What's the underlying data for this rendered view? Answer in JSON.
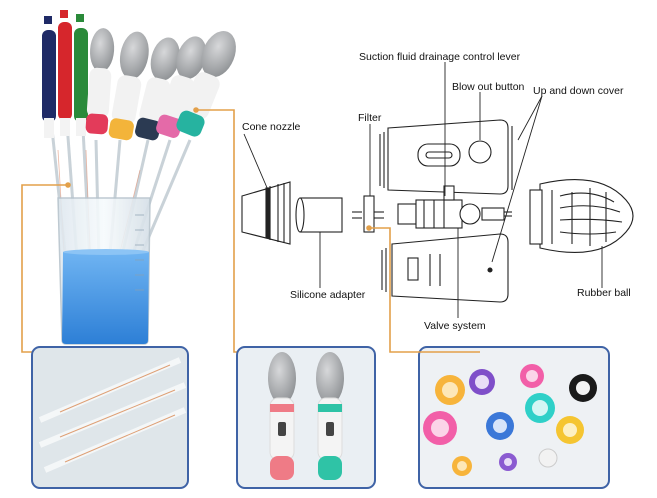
{
  "labels": {
    "suction_lever": "Suction fluid drainage control lever",
    "blow_out": "Blow out button",
    "up_down_cover": "Up and down cover",
    "cone_nozzle": "Cone nozzle",
    "filter": "Filter",
    "silicone_adapter": "Silicone adapter",
    "rubber_ball": "Rubber ball",
    "valve_system": "Valve system"
  },
  "colors": {
    "leader_line": "#e3a04a",
    "frame_border": "#3f63a6",
    "liquid": "#3c8fe0",
    "bulb_grey": "#a7a9ab",
    "filter_colors": [
      "#f7b43b",
      "#f25fa8",
      "#7f4fc9",
      "#3b78d8",
      "#f04040",
      "#f5c531",
      "#2fd0c8",
      "#8b5bd1",
      "#1a1a1a"
    ]
  }
}
